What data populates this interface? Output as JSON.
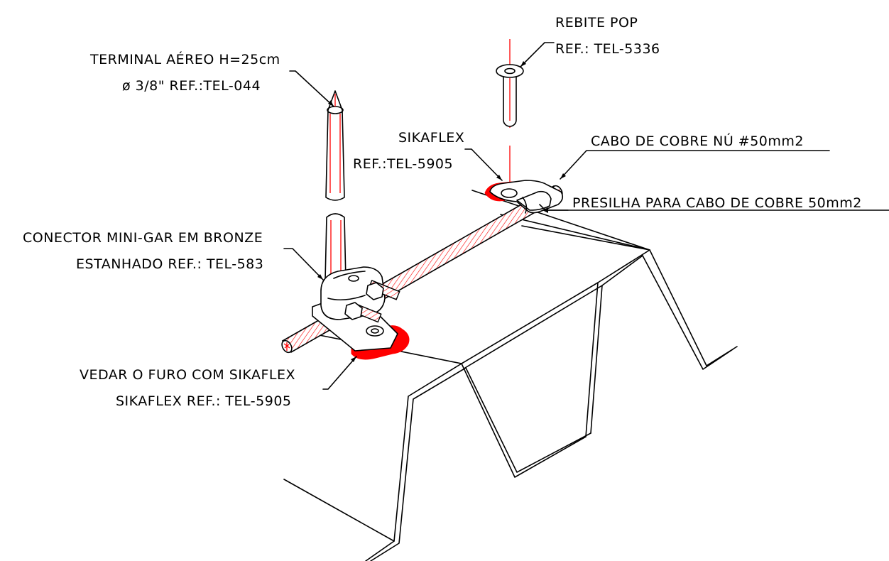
{
  "labels": {
    "terminal_line1": "TERMINAL AÉREO H=25cm",
    "terminal_line2": "ø 3/8\" REF.:TEL-044",
    "rebite_line1": "REBITE POP",
    "rebite_line2": "REF.: TEL-5336",
    "sikaflex_line1": "SIKAFLEX",
    "sikaflex_line2": "REF.:TEL-5905",
    "cabo": "CABO DE COBRE NÚ #50mm2",
    "presilha": "PRESILHA PARA CABO DE COBRE 50mm2",
    "conector_line1": "CONECTOR MINI-GAR EM BRONZE",
    "conector_line2": "ESTANHADO REF.: TEL-583",
    "vedar_line1": "VEDAR O FURO COM SIKAFLEX",
    "vedar_line2": "SIKAFLEX REF.: TEL-5905"
  },
  "colors": {
    "line": "#000000",
    "accent": "#ff0000",
    "background": "#ffffff"
  }
}
